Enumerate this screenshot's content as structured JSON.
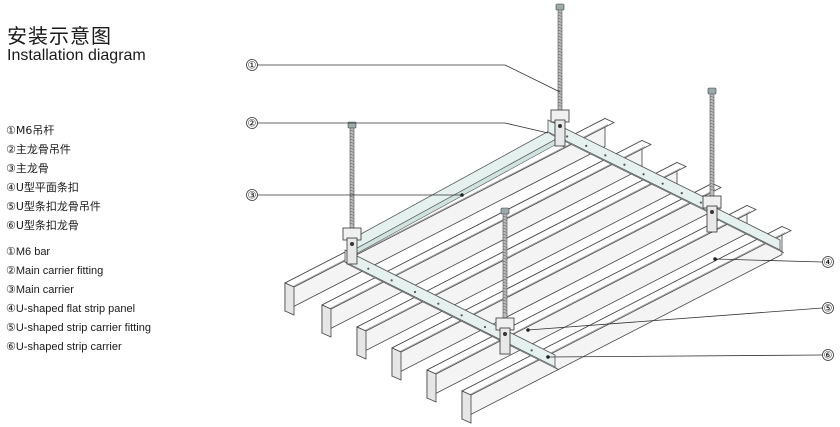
{
  "title_cn": "安装示意图",
  "title_en": "Installation diagram",
  "legend_cn": [
    "①M6吊杆",
    "②主龙骨吊件",
    "③主龙骨",
    "④U型平面条扣",
    "⑤U型条扣龙骨吊件",
    "⑥U型条扣龙骨"
  ],
  "legend_en": [
    "①M6 bar",
    "②Main carrier fitting",
    "③Main carrier",
    "④U-shaped flat strip panel",
    "⑤U-shaped strip carrier fitting",
    "⑥U-shaped strip carrier"
  ],
  "callouts": [
    "①",
    "②",
    "③",
    "④",
    "⑤",
    "⑥"
  ]
}
